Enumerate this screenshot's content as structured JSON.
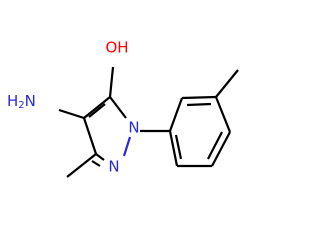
{
  "structure": {
    "labels": {
      "hydroxyl": "OH",
      "amino_N": "N",
      "amino_H": "H",
      "amino_sub": "2",
      "ring_n_upper": "N",
      "ring_n_lower": "N"
    },
    "colors": {
      "bond": "#000000",
      "oxygen": "#ff0000",
      "nitrogen": "#2b2bd6"
    }
  }
}
